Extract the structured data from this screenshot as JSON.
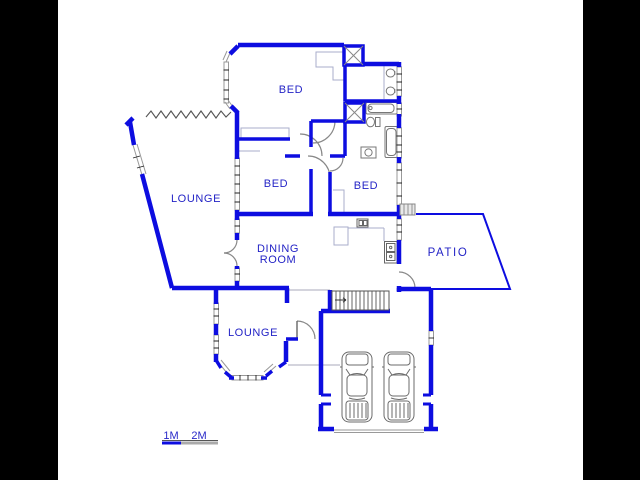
{
  "title": "floor-plan",
  "colors": {
    "wall_blue": "#0d0de0",
    "label_blue": "#2424c6",
    "window_gray": "#999999",
    "fixture_gray": "#777777",
    "stair_dark": "#444444",
    "paper_white": "#ffffff",
    "pillarbox_black": "#000000",
    "scale_bar_gray": "#aaaaaa"
  },
  "rooms": {
    "bed1": "BED",
    "bed2": "BED",
    "bed3": "BED",
    "lounge_main": "LOUNGE",
    "dining_line1": "DINING",
    "dining_line2": "ROOM",
    "patio": "PATIO",
    "lounge_front": "LOUNGE"
  },
  "scale_bar": {
    "label_1m": "1M",
    "label_2m": "2M"
  }
}
